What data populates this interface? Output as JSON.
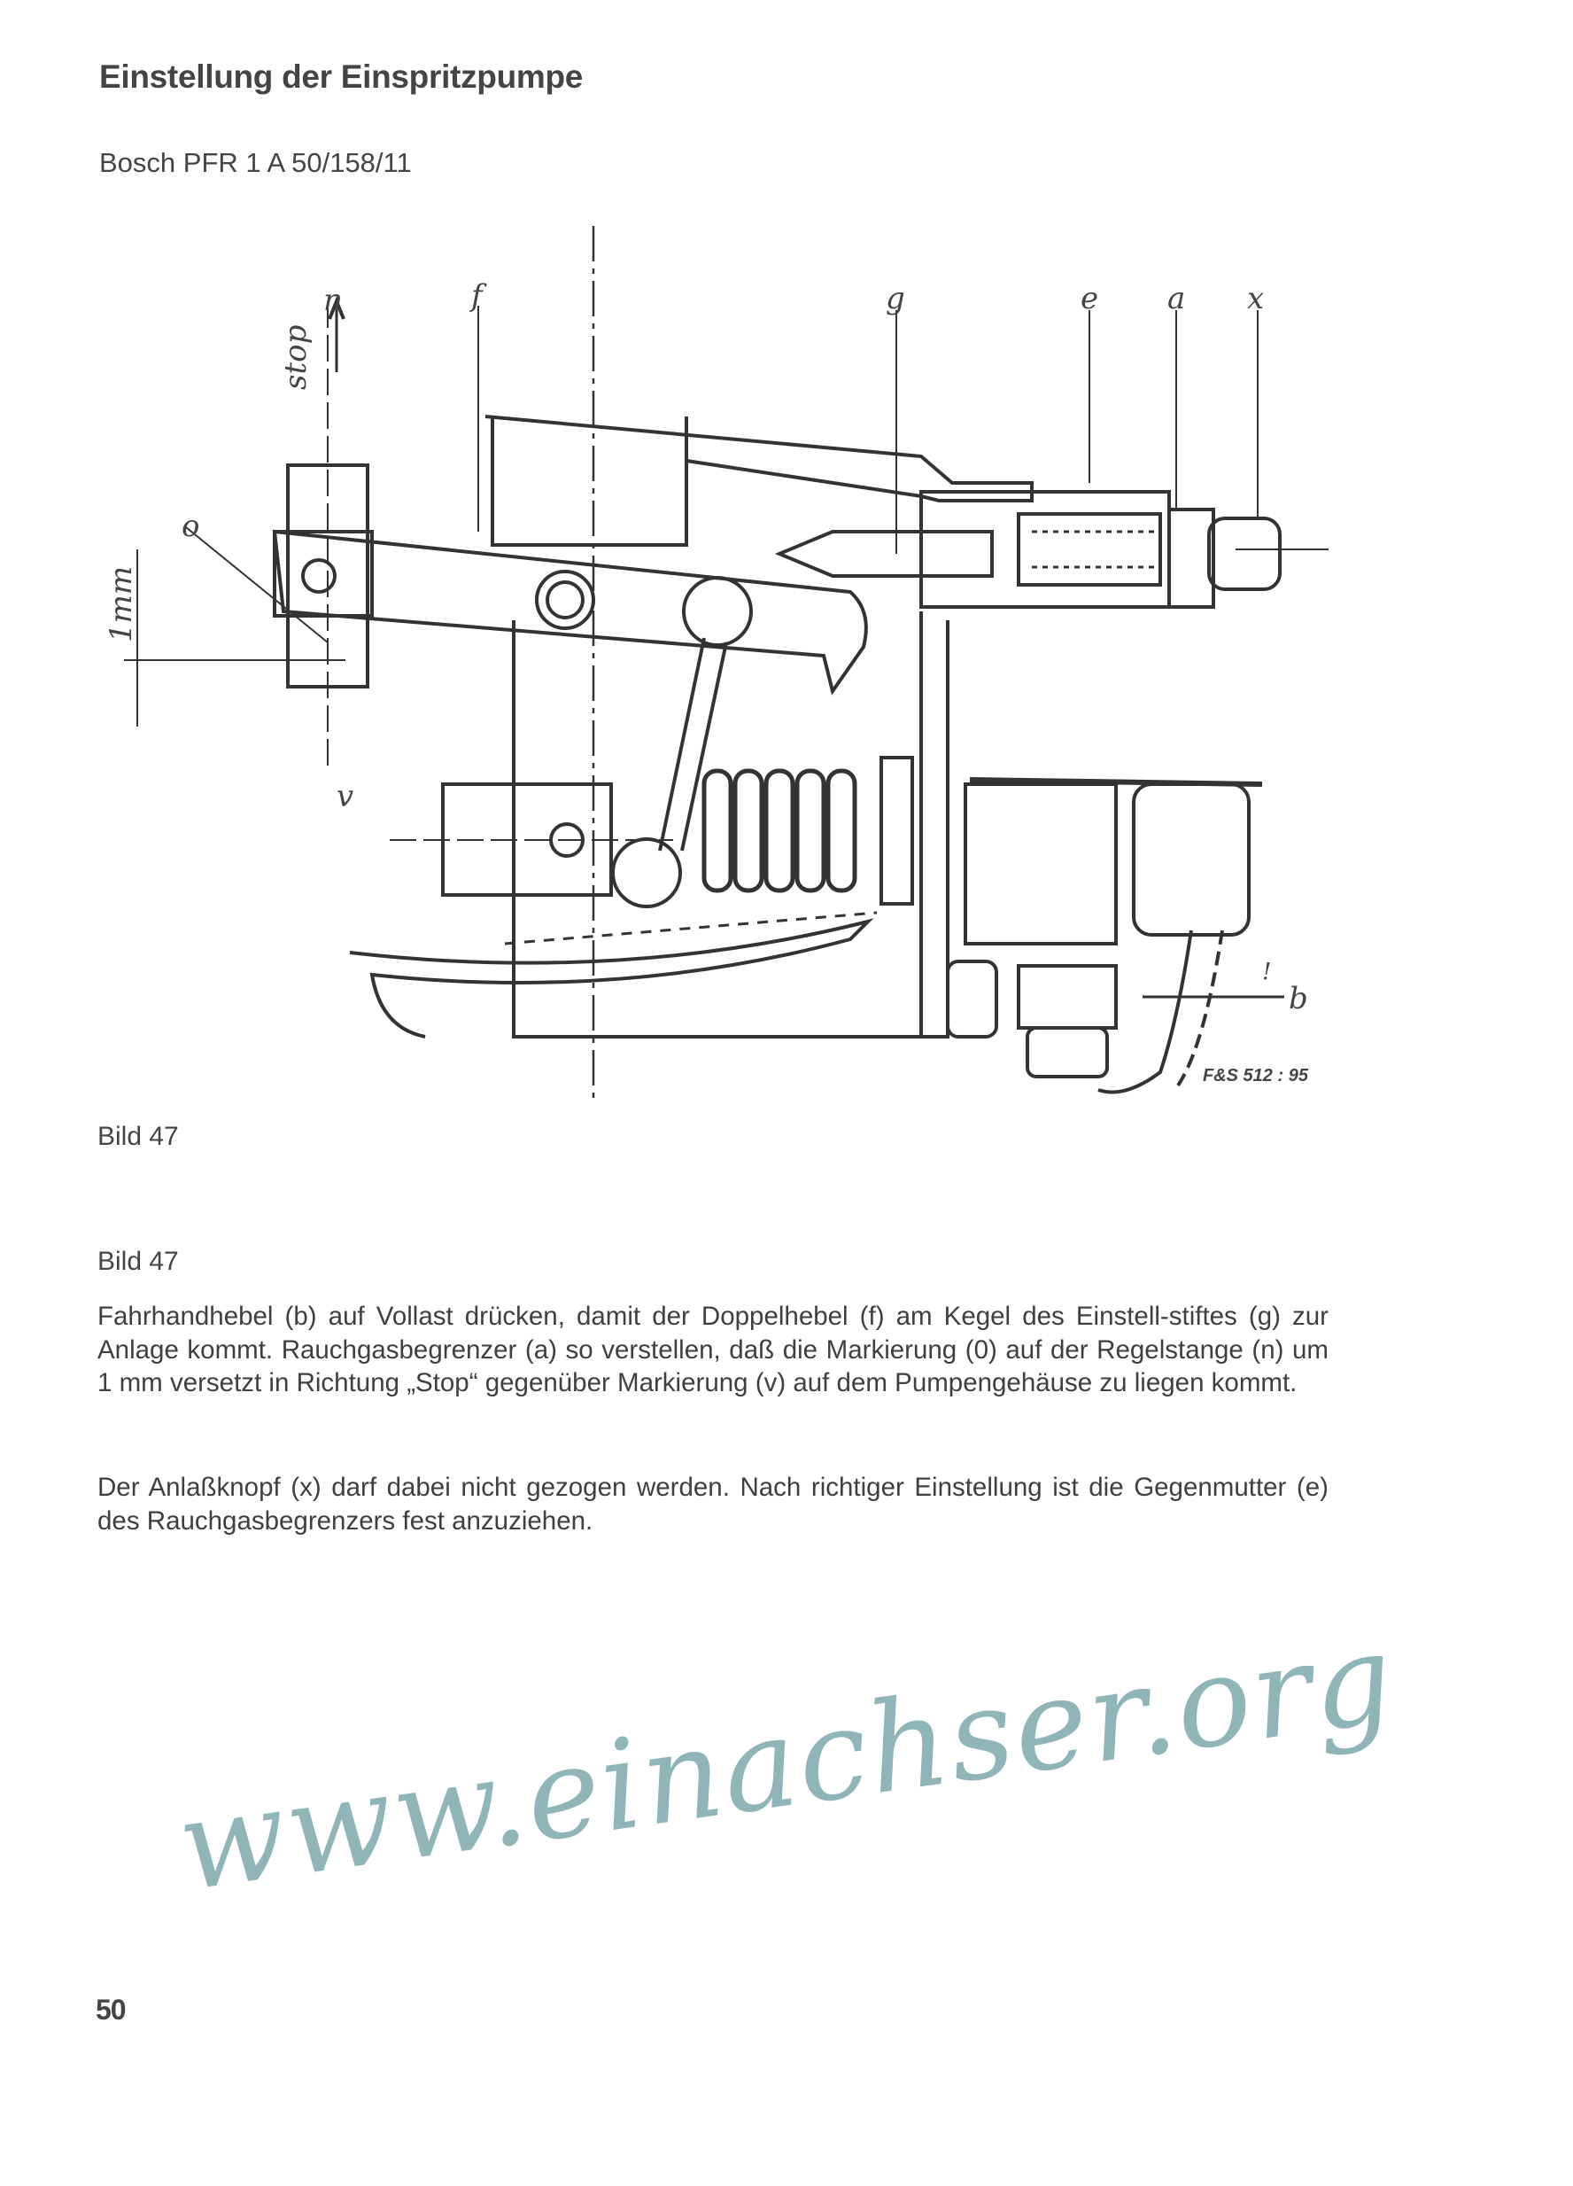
{
  "header": {
    "title": "Einstellung der Einspritzpumpe",
    "subtitle": "Bosch PFR 1 A 50/158/11"
  },
  "figure": {
    "labels": {
      "n": "n",
      "f": "f",
      "g": "g",
      "e": "e",
      "a": "a",
      "x": "x",
      "stop": "stop",
      "o": "o",
      "mm": "1mm",
      "v": "v",
      "b": "b",
      "mark": "!",
      "code": "F&S 512 : 95"
    },
    "caption_1": "Bild 47",
    "caption_2": "Bild 47"
  },
  "body": {
    "paragraph_1": "Fahrhandhebel (b) auf Vollast drücken, damit der Doppelhebel (f) am Kegel des Einstell-stiftes (g) zur Anlage kommt. Rauchgasbegrenzer (a) so verstellen, daß die Markierung (0) auf der Regelstange (n) um 1 mm versetzt in Richtung „Stop“ gegenüber Markierung (v) auf dem Pumpengehäuse zu liegen kommt.",
    "paragraph_2": "Der Anlaßknopf (x) darf dabei nicht gezogen werden. Nach richtiger Einstellung ist die Gegenmutter (e) des Rauchgasbegrenzers fest anzuziehen."
  },
  "footer": {
    "page_number": "50"
  },
  "watermark": {
    "text": "www.einachser.org",
    "color": "#8fb5b9"
  }
}
